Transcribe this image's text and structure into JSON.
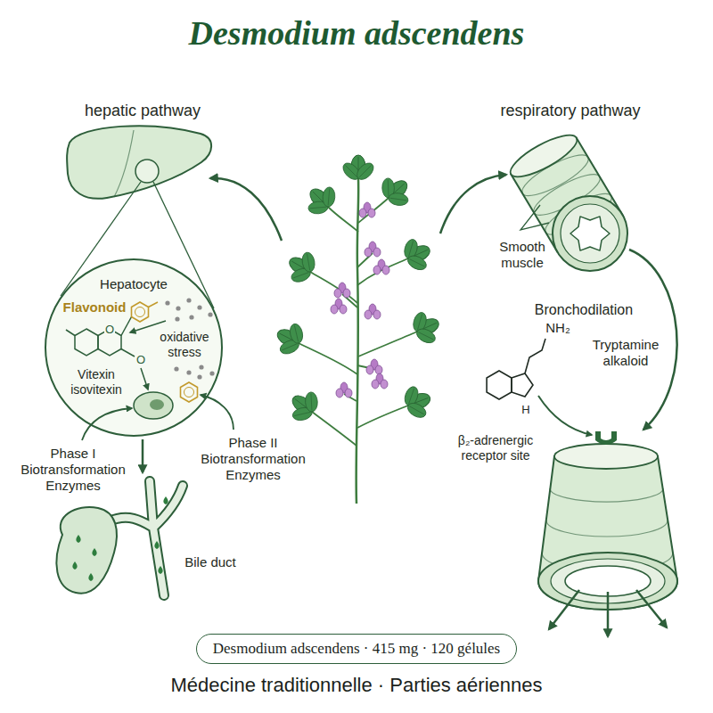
{
  "diagram": {
    "title": "Desmodium adscendens",
    "caption": "Médecine traditionnelle · Parties aériennes",
    "nodes": [
      {
        "text": [
          "Hepatocyte",
          "Flavonoid",
          "oxidative stress",
          "Vitexin isovitexin"
        ]
      },
      {
        "text": [
          "Desmodium adscendens · 415 mg · 120 gélules"
        ]
      }
    ],
    "labels": [
      "hepatic pathway",
      "respiratory pathway",
      "O",
      "O",
      "Phase I Biotransformation Enzymes",
      "Phase II Biotransformation Enzymes",
      "Bile duct",
      "Smooth muscle",
      "Bronchodilation",
      "NH₂",
      "Tryptamine alkaloid",
      "H",
      "β₂-adrenergic receptor site"
    ]
  }
}
